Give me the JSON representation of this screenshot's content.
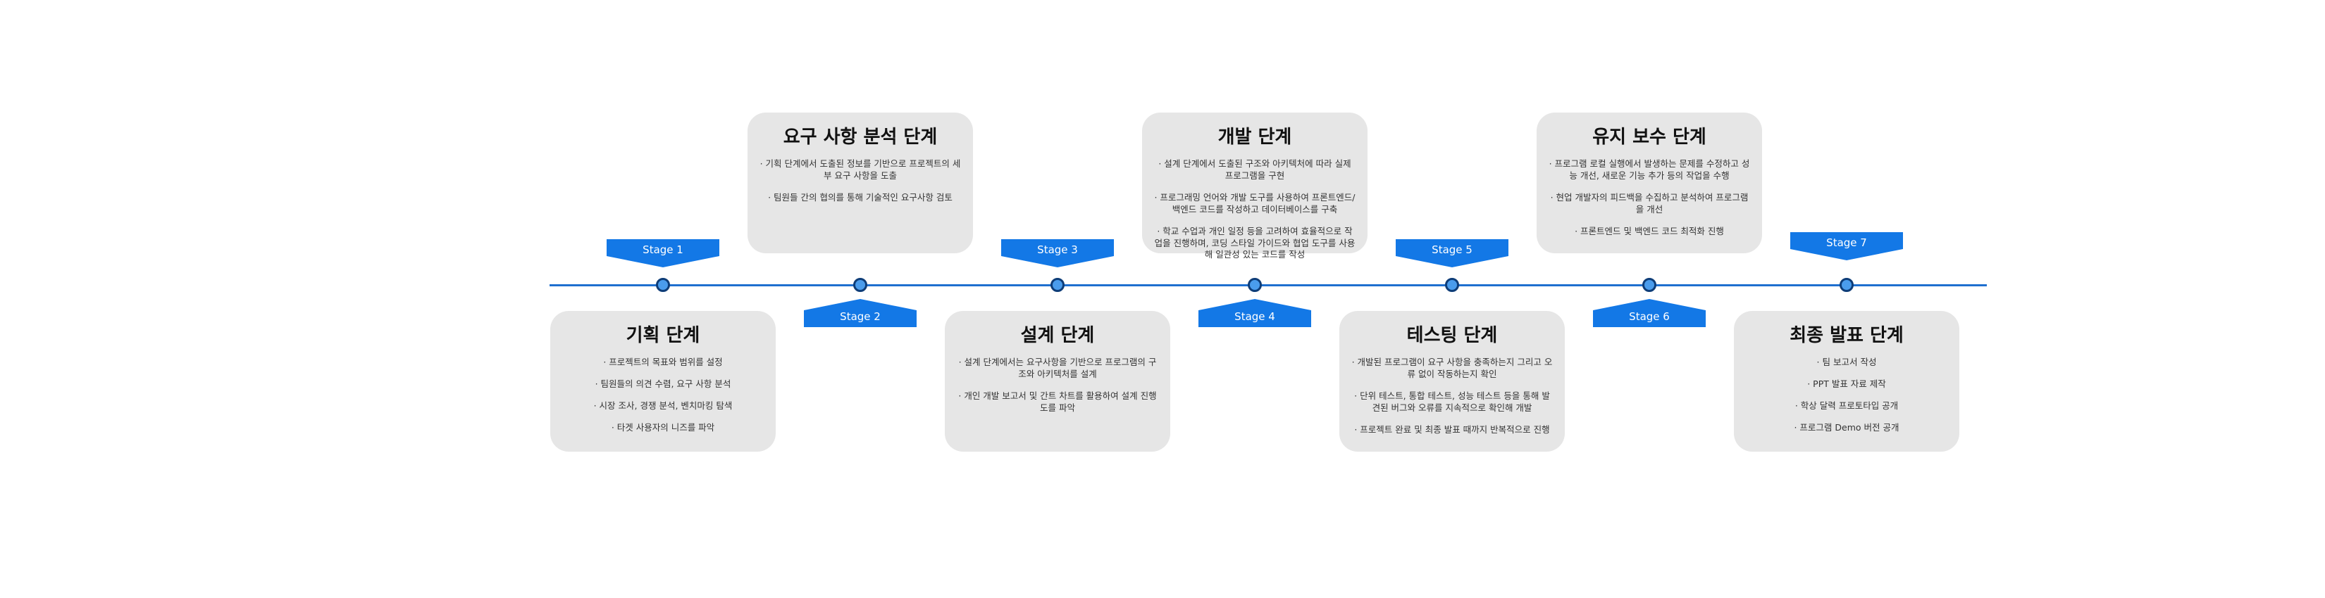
{
  "stages": [
    {
      "tag": "Stage 1",
      "title": "기획 단계",
      "items": [
        "· 프로젝트의 목표와 범위를 설정",
        "· 팀원들의 의견 수렴, 요구 사항 분석",
        "· 시장 조사, 경쟁 분석, 벤치마킹 탐색",
        "· 타겟 사용자의 니즈를 파악"
      ]
    },
    {
      "tag": "Stage 2",
      "title": "요구 사항 분석 단계",
      "items": [
        "· 기획 단계에서 도출된 정보를 기반으로 프로젝트의 세부 요구 사항을 도출",
        "· 팀원들 간의 협의를 통해 기술적인 요구사항 검토"
      ]
    },
    {
      "tag": "Stage 3",
      "title": "설계 단계",
      "items": [
        "· 설계 단계에서는 요구사항을 기반으로 프로그램의 구조와 아키텍처를 설계",
        "· 개인 개발 보고서 및 간트 차트를 활용하여 설계 진행도를 파악"
      ]
    },
    {
      "tag": "Stage 4",
      "title": "개발 단계",
      "items": [
        "· 설계 단계에서 도출된 구조와 아키텍처에 따라 실제 프로그램을 구현",
        "· 프로그래밍 언어와 개발 도구를 사용하여 프론트엔드/백엔드 코드를 작성하고 데이터베이스를 구축",
        "· 학교 수업과 개인 일정 등을 고려하여 효율적으로 작업을 진행하며, 코딩 스타일 가이드와 협업 도구를 사용해 일관성 있는 코드를 작성"
      ]
    },
    {
      "tag": "Stage 5",
      "title": "테스팅 단계",
      "items": [
        "· 개발된 프로그램이 요구 사항을 충족하는지 그리고 오류 없이 작동하는지 확인",
        "· 단위 테스트, 통합 테스트, 성능 테스트 등을 통해 발견된 버그와 오류를 지속적으로 확인해 개발",
        "· 프로젝트 완료 및 최종 발표 때까지 반복적으로 진행"
      ]
    },
    {
      "tag": "Stage 6",
      "title": "유지 보수 단계",
      "items": [
        "· 프로그램 로컬 실행에서 발생하는 문제를 수정하고 성능 개선, 새로운 기능 추가 등의 작업을 수행",
        "· 현업 개발자의 피드백을 수집하고 분석하여 프로그램을 개선",
        "· 프론트엔드 및 백엔드 코드 최적화 진행"
      ]
    },
    {
      "tag": "Stage 7",
      "title": "최종 발표 단계",
      "items": [
        "· 팀 보고서 작성",
        "· PPT 발표 자료 제작",
        "· 학상 달력 프로토타입 공개",
        "· 프로그램 Demo 버전 공개"
      ]
    }
  ]
}
